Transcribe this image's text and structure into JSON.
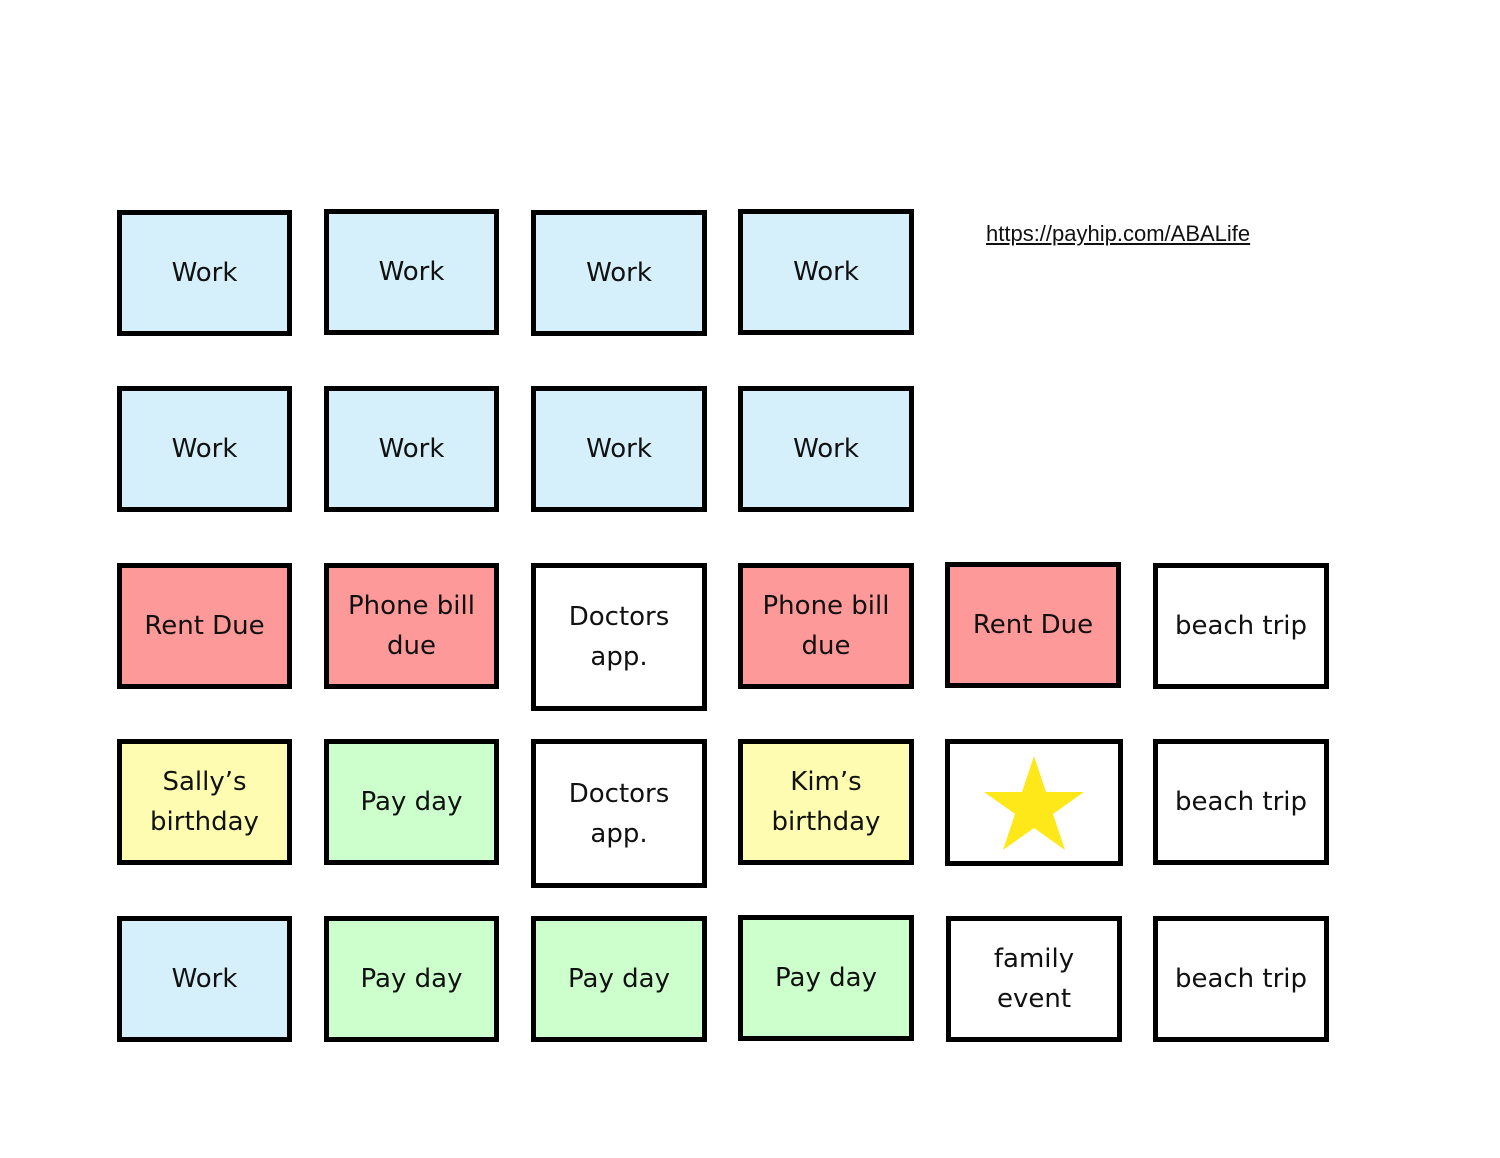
{
  "colors": {
    "work": "#d6f0fb",
    "bill": "#fd9999",
    "plain": "#ffffff",
    "birthday": "#fdfcb0",
    "payday": "#ccffcc",
    "star": "#ffe81a",
    "border": "#000000"
  },
  "link": {
    "url_text": "https://payhip.com/ABALife"
  },
  "cards": [
    {
      "label": "Work",
      "color": "work"
    },
    {
      "label": "Work",
      "color": "work"
    },
    {
      "label": "Work",
      "color": "work"
    },
    {
      "label": "Work",
      "color": "work"
    },
    {
      "label": "Work",
      "color": "work"
    },
    {
      "label": "Work",
      "color": "work"
    },
    {
      "label": "Work",
      "color": "work"
    },
    {
      "label": "Work",
      "color": "work"
    },
    {
      "label": "Rent Due",
      "color": "bill"
    },
    {
      "label": "Phone bill due",
      "color": "bill"
    },
    {
      "label": "Doctors app.",
      "color": "plain"
    },
    {
      "label": "Phone bill due",
      "color": "bill"
    },
    {
      "label": "Rent Due",
      "color": "bill"
    },
    {
      "label": "beach trip",
      "color": "plain"
    },
    {
      "label": "Sally’s birthday",
      "color": "birthday"
    },
    {
      "label": "Pay day",
      "color": "payday"
    },
    {
      "label": "Doctors app.",
      "color": "plain"
    },
    {
      "label": "Kim’s birthday",
      "color": "birthday"
    },
    {
      "label": "",
      "color": "plain",
      "icon": "star-icon"
    },
    {
      "label": "beach trip",
      "color": "plain"
    },
    {
      "label": "Work",
      "color": "work"
    },
    {
      "label": "Pay day",
      "color": "payday"
    },
    {
      "label": "Pay day",
      "color": "payday"
    },
    {
      "label": "Pay day",
      "color": "payday"
    },
    {
      "label": "family event",
      "color": "plain"
    },
    {
      "label": "beach trip",
      "color": "plain"
    }
  ]
}
